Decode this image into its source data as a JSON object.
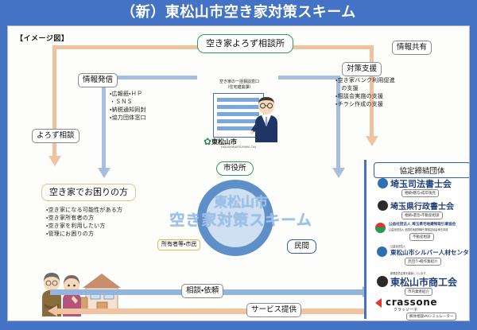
{
  "title": "（新）東松山市空き家対策スキーム",
  "image_label": "【イメージ図】",
  "flow_labels": {
    "info_dispatch": "情報発信",
    "general_consult": "よろず相談",
    "info_share": "情報共有",
    "measure_support": "対策支援"
  },
  "info_dispatch_items": [
    "・広報紙・ＨＰ",
    "・ＳＮＳ",
    "・納税通知同封",
    "・協力団体窓口"
  ],
  "measure_support_items": [
    "・空き家バンク利用促進",
    "　の支援",
    "・相談会実施の支援",
    "・チラシ作成の支援"
  ],
  "consult_office": {
    "title": "空き家よろず相談所",
    "caption_line1": "空き家の一括相談窓口",
    "caption_line2": "（住宅建築課）",
    "city_logo": "東松山市",
    "city_logo_sub": "HIGASHIMATSUYAMA City"
  },
  "trouble_box": {
    "title": "空き家でお困りの方",
    "items": [
      "・空き家になる可能性がある方",
      "・空き家所有者の方",
      "・空き家を利用したい方",
      "・管理にお困りの方"
    ]
  },
  "hub": {
    "top_label": "市役所",
    "right_label": "民間",
    "left_label": "所有者等・市民",
    "center_line1": "東松山市",
    "center_line2": "空き家対策スキーム"
  },
  "bottom_arrows": {
    "request": "相談・依頼",
    "service": "サービス提供"
  },
  "partners": {
    "header": "協定締結団体",
    "items": [
      {
        "name": "埼玉司法書士会",
        "sub": "相続・贈与・成年後見",
        "tiny": ""
      },
      {
        "name": "埼玉県行政書士会",
        "sub": "相続・遺言・不動産相談",
        "tiny": ""
      },
      {
        "name": "公益社団法人 埼玉県宅地建物取引業協会",
        "sub": "不動産相談",
        "tiny": "公益社団法人 全国宅地建物取引業保証協会埼玉本部"
      },
      {
        "name": "東松山市シルバー人材センター",
        "sub": "見回り・軽作業紹介",
        "tiny": "公益社団法人"
      },
      {
        "name": "東松山市商工会",
        "sub": "市内業者紹介",
        "tiny": "新規会員企業を募集しています"
      },
      {
        "name": "crassone",
        "sub": "解体相談・AIシミュレーター",
        "tiny": "クラッソーネ"
      }
    ]
  },
  "colors": {
    "brand_blue": "#4472c4",
    "ring_blue": "#5f8fc9",
    "ring_fill": "#cfe0f3",
    "orange": "#f0c3a0",
    "light_blue": "#a8bede",
    "green": "#2e9e57",
    "cream": "#e3c478"
  }
}
